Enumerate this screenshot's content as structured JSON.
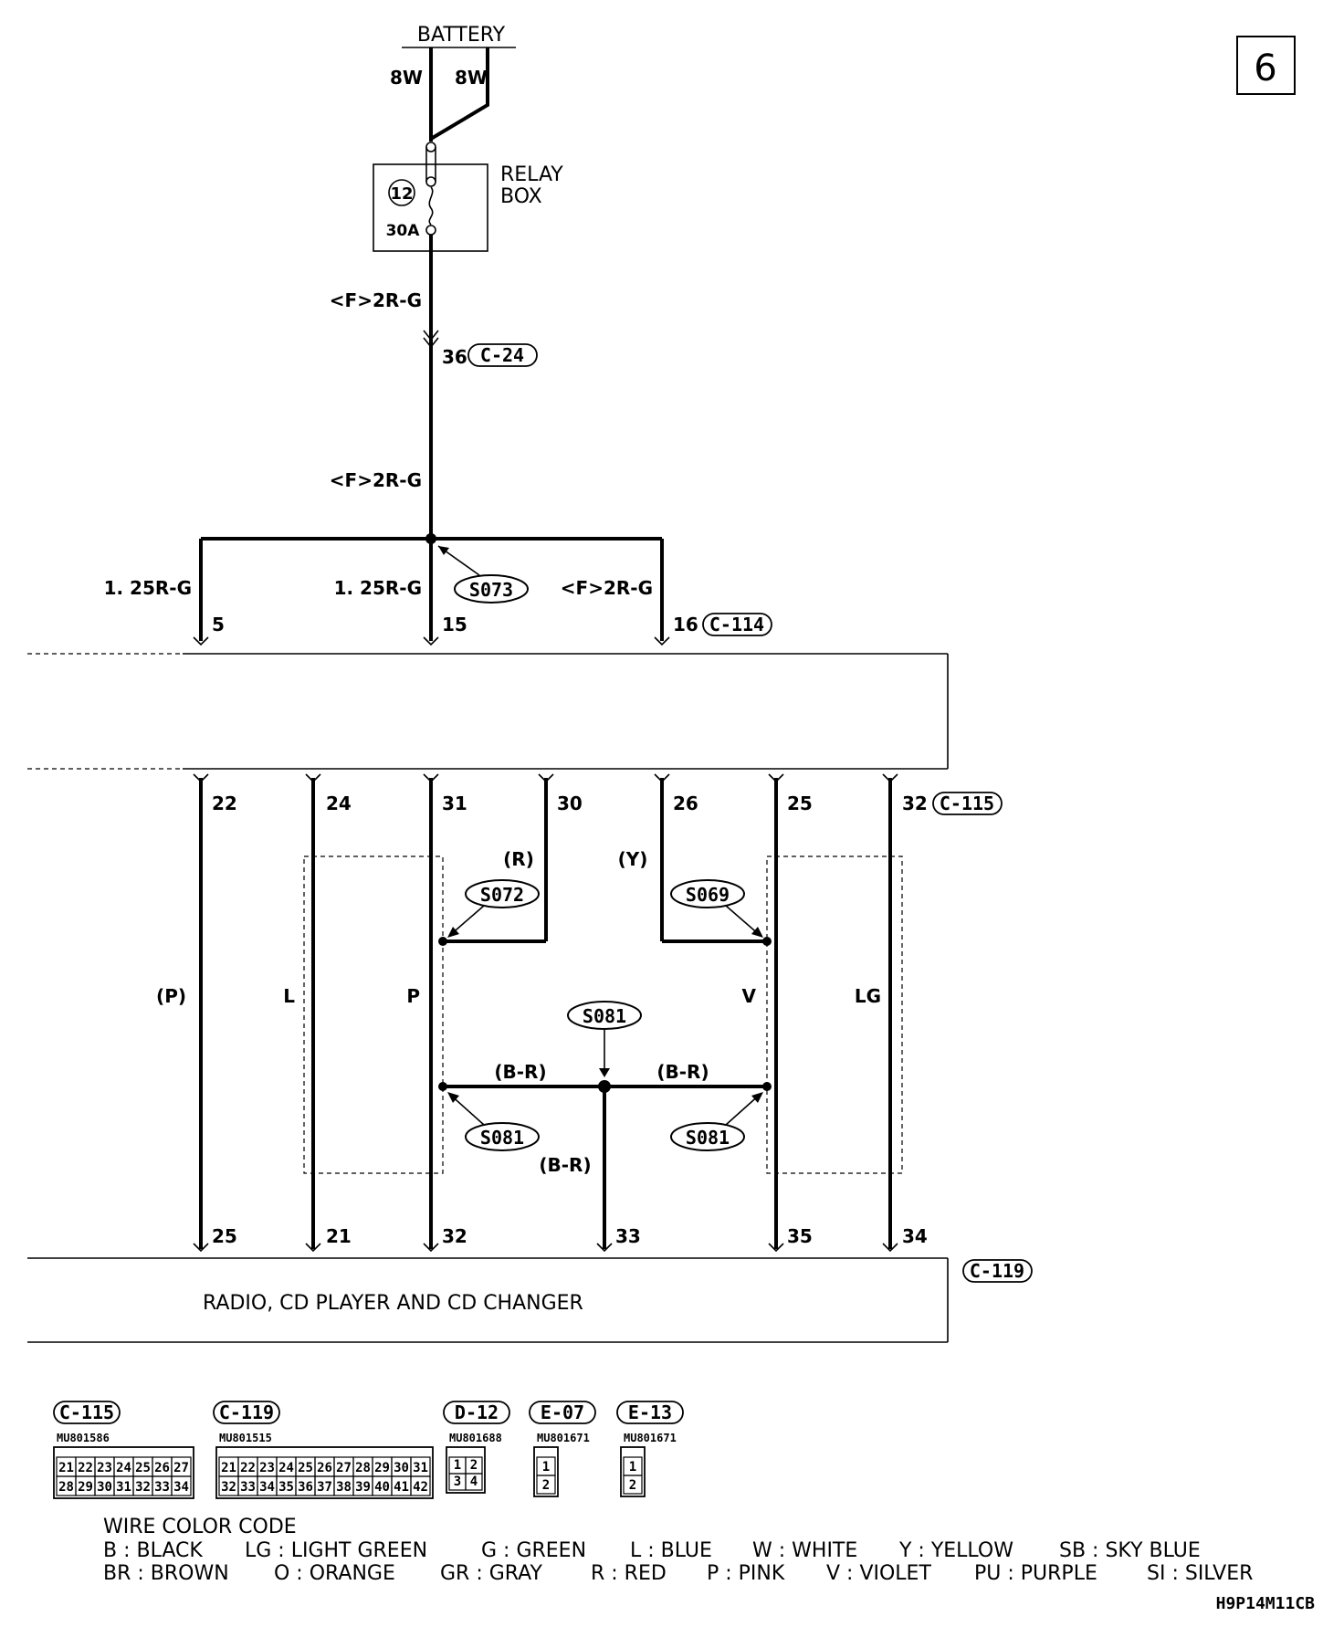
{
  "page_number": "6",
  "battery": {
    "label": "BATTERY",
    "wire_left": "8W",
    "wire_right": "8W"
  },
  "relay_box": {
    "label_line1": "RELAY",
    "label_line2": "BOX",
    "fuse_number": "12",
    "fuse_rating": "30A"
  },
  "feed_wire": {
    "label_upper": "<F>2R-G",
    "label_lower": "<F>2R-G",
    "pin": "36",
    "connector": "C-24"
  },
  "splice_top": {
    "id": "S073"
  },
  "branch_wires": {
    "left": "1. 25R-G",
    "middle": "1. 25R-G",
    "right": "<F>2R-G"
  },
  "connector_c114": {
    "id": "C-114",
    "pins": [
      "5",
      "15",
      "16"
    ]
  },
  "connector_c115": {
    "id": "C-115",
    "pins": [
      "22",
      "24",
      "31",
      "30",
      "26",
      "25",
      "32"
    ]
  },
  "wire_colors": {
    "p_paren": "(P)",
    "l": "L",
    "p": "P",
    "r": "(R)",
    "y": "(Y)",
    "v": "V",
    "lg": "LG",
    "br_left": "(B-R)",
    "br_right": "(B-R)",
    "br_down": "(B-R)"
  },
  "splices": {
    "s072": "S072",
    "s069": "S069",
    "s081_top": "S081",
    "s081_left": "S081",
    "s081_right": "S081"
  },
  "connector_c119": {
    "id": "C-119",
    "pins": [
      "25",
      "21",
      "32",
      "33",
      "35",
      "34"
    ]
  },
  "component": {
    "name": "RADIO, CD PLAYER AND CD CHANGER"
  },
  "connector_views": [
    {
      "id": "C-115",
      "part": "MU801586",
      "row1": [
        "21",
        "22",
        "23",
        "24",
        "25",
        "26",
        "27"
      ],
      "row2": [
        "28",
        "29",
        "30",
        "31",
        "32",
        "33",
        "34"
      ]
    },
    {
      "id": "C-119",
      "part": "MU801515",
      "row1": [
        "21",
        "22",
        "23",
        "24",
        "25",
        "26",
        "27",
        "28",
        "29",
        "30",
        "31"
      ],
      "row2": [
        "32",
        "33",
        "34",
        "35",
        "36",
        "37",
        "38",
        "39",
        "40",
        "41",
        "42"
      ]
    },
    {
      "id": "D-12",
      "part": "MU801688",
      "row1": [
        "1",
        "2"
      ],
      "row2": [
        "3",
        "4"
      ]
    },
    {
      "id": "E-07",
      "part": "MU801671",
      "row1": [
        "1"
      ],
      "row2": [
        "2"
      ]
    },
    {
      "id": "E-13",
      "part": "MU801671",
      "row1": [
        "1"
      ],
      "row2": [
        "2"
      ]
    }
  ],
  "color_code": {
    "title": "WIRE COLOR CODE",
    "line1": [
      {
        "text": "B : BLACK"
      },
      {
        "text": "LG : LIGHT GREEN"
      },
      {
        "text": "G : GREEN"
      },
      {
        "text": "L : BLUE"
      },
      {
        "text": "W : WHITE"
      },
      {
        "text": "Y : YELLOW"
      },
      {
        "text": "SB : SKY BLUE"
      }
    ],
    "line2": [
      {
        "text": "BR : BROWN"
      },
      {
        "text": "O : ORANGE"
      },
      {
        "text": "GR : GRAY"
      },
      {
        "text": "R : RED"
      },
      {
        "text": "P : PINK"
      },
      {
        "text": "V : VIOLET"
      },
      {
        "text": "PU : PURPLE"
      },
      {
        "text": "SI : SILVER"
      }
    ]
  },
  "diagram_code": "H9P14M11CB"
}
